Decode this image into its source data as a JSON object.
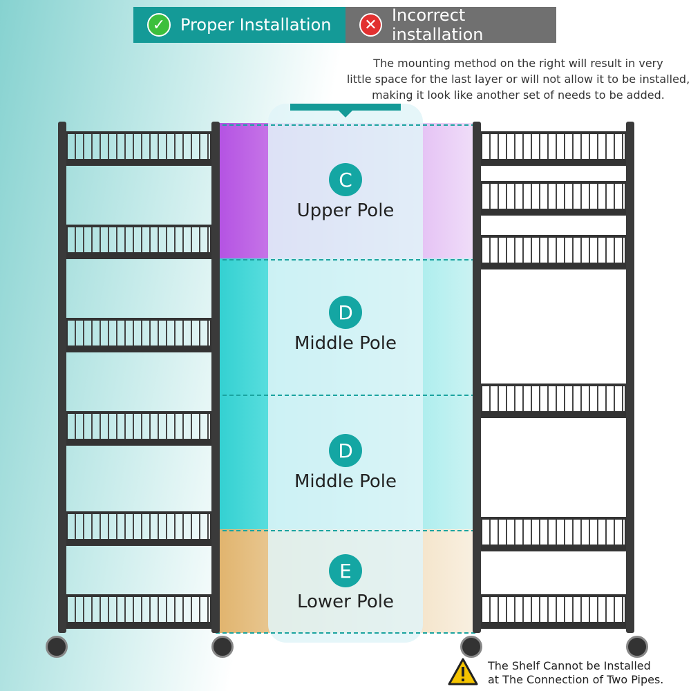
{
  "header": {
    "proper_label": "Proper Installation",
    "incorrect_label": "Incorrect installation",
    "proper_color": "#149a97",
    "incorrect_color": "#707070"
  },
  "note": {
    "line1": "The mounting method on the right will result in very",
    "line2": "little space for the last layer or will not allow it to be installed,",
    "line3": "making it look like another set of needs to be added."
  },
  "poles": [
    {
      "letter": "C",
      "label": "Upper Pole",
      "color": "#b04fe0"
    },
    {
      "letter": "D",
      "label": "Middle Pole",
      "color": "#2fd2d2"
    },
    {
      "letter": "D",
      "label": "Middle Pole",
      "color": "#2fd2d2"
    },
    {
      "letter": "E",
      "label": "Lower Pole",
      "color": "#e2b46a"
    }
  ],
  "warning": {
    "line1": "The Shelf Cannot be Installed",
    "line2": "at The Connection of Two Pipes."
  },
  "icons": {
    "proper": "check-icon",
    "incorrect": "x-icon",
    "warning": "warning-icon"
  }
}
